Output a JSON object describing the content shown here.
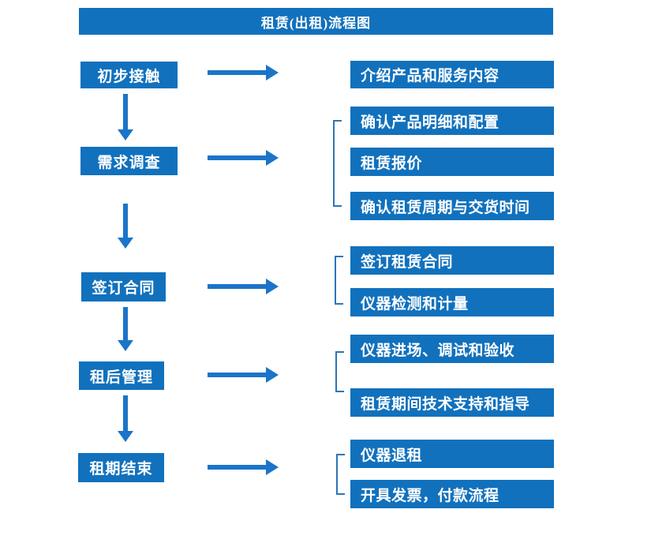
{
  "title": "租赁(出租)流程图",
  "colors": {
    "background": "#ffffff",
    "box_blue": "#1171bd",
    "arrow_blue": "#1b74c9",
    "bracket_blue": "#2e75b6",
    "text": "#ffffff"
  },
  "left_steps": [
    {
      "label": "初步接触"
    },
    {
      "label": "需求调查"
    },
    {
      "label": "签订合同"
    },
    {
      "label": "租后管理"
    },
    {
      "label": "租期结束"
    }
  ],
  "right_items": [
    {
      "label": "介绍产品和服务内容"
    },
    {
      "label": "确认产品明细和配置"
    },
    {
      "label": "租赁报价"
    },
    {
      "label": "确认租赁周期与交货时间"
    },
    {
      "label": "签订租赁合同"
    },
    {
      "label": "仪器检测和计量"
    },
    {
      "label": "仪器进场、调试和验收"
    },
    {
      "label": "租赁期间技术支持和指导"
    },
    {
      "label": "仪器退租"
    },
    {
      "label": "开具发票，付款流程"
    }
  ]
}
